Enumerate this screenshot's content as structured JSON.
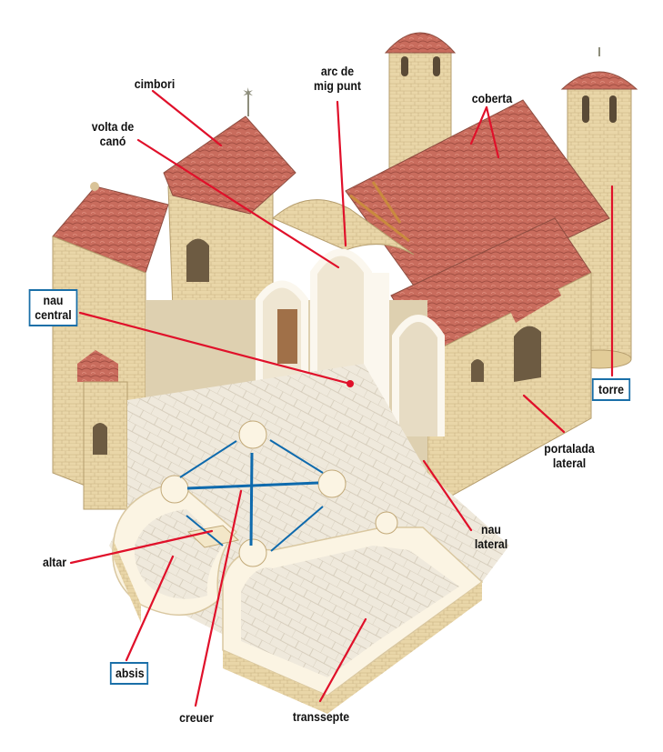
{
  "diagram": {
    "subject": "Romanesque church cutaway illustration",
    "colors": {
      "leader_line": "#e0102a",
      "crossing_line": "#0e6aad",
      "box_border": "#1a6fa8",
      "roof_tile": "#c8685a",
      "stone": "#e8d4a6",
      "floor": "#efe9dc",
      "timber": "#c98a3e"
    },
    "labels": {
      "cimbori": "cimbori",
      "arc_de_mig_punt": "arc de\nmig punt",
      "coberta": "coberta",
      "volta_de_cano": "volta de\ncanó",
      "nau_central": "nau\ncentral",
      "torre": "torre",
      "portalada_lateral": "portalada\nlateral",
      "nau_lateral": "nau\nlateral",
      "altar": "altar",
      "absis": "absis",
      "creuer": "creuer",
      "transsepte": "transsepte"
    }
  }
}
